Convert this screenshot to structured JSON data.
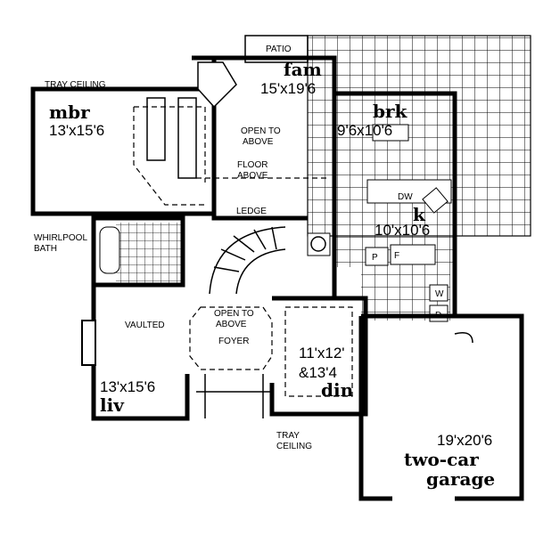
{
  "labels": {
    "patio": "PATIO",
    "tray_ceiling_top": "TRAY CEILING",
    "open_above_fam": [
      "OPEN TO",
      "ABOVE"
    ],
    "floor_above": [
      "FLOOR",
      "ABOVE"
    ],
    "ledge": "LEDGE",
    "whirlpool": [
      "WHIRLPOOL",
      "BATH"
    ],
    "vaulted": "VAULTED",
    "open_above_foyer": [
      "OPEN TO",
      "ABOVE"
    ],
    "foyer": "FOYER",
    "tray_ceiling_bottom": [
      "TRAY",
      "CEILING"
    ],
    "dw": "DW",
    "pantry": "P",
    "fridge": "F",
    "washer": "W",
    "dryer": "D"
  },
  "rooms": {
    "mbr": {
      "name": "mbr",
      "size": "13'x15'6"
    },
    "fam": {
      "name": "fam",
      "size": "15'x19'6"
    },
    "brk": {
      "name": "brk",
      "size": "9'6x10'6"
    },
    "k": {
      "name": "k",
      "size": "10'x10'6"
    },
    "din": {
      "name": "din",
      "size": [
        "11'x12'",
        "&13'4"
      ]
    },
    "liv": {
      "name": "liv",
      "size": "13'x15'6"
    },
    "garage": {
      "name": [
        "two-car",
        "garage"
      ],
      "size": "19'x20'6"
    }
  }
}
